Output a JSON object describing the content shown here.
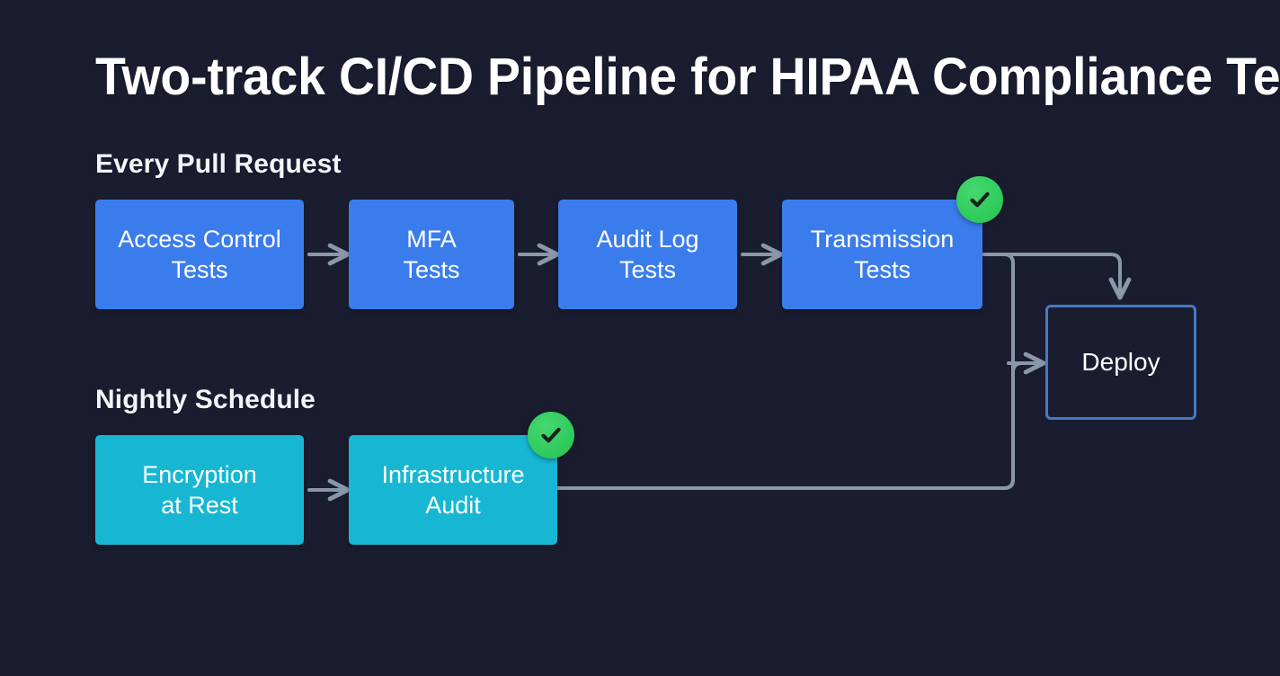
{
  "title": "Two-track CI/CD Pipeline for HIPAA Compliance Testing",
  "sections": {
    "pull_request": {
      "label": "Every Pull Request"
    },
    "nightly": {
      "label": "Nightly Schedule"
    }
  },
  "nodes": {
    "access_control": {
      "label": "Access Control\nTests",
      "color": "#3b7ced",
      "style": "filled-blue"
    },
    "mfa": {
      "label": "MFA\nTests",
      "color": "#3b7ced",
      "style": "filled-blue"
    },
    "audit_log": {
      "label": "Audit Log\nTests",
      "color": "#3b7ced",
      "style": "filled-blue"
    },
    "transmission": {
      "label": "Transmission\nTests",
      "color": "#3b7ced",
      "style": "filled-blue"
    },
    "encryption": {
      "label": "Encryption\nat Rest",
      "color": "#17b7d3",
      "style": "filled-teal"
    },
    "infrastructure": {
      "label": "Infrastructure\nAudit",
      "color": "#17b7d3",
      "style": "filled-teal"
    },
    "deploy": {
      "label": "Deploy",
      "color": "#4878c4",
      "style": "outlined"
    }
  },
  "badges": {
    "transmission_check": {
      "icon": "check-icon",
      "color": "#2dc95a"
    },
    "infrastructure_check": {
      "icon": "check-icon",
      "color": "#2dc95a"
    }
  },
  "theme": {
    "background": "#191d2f",
    "connector": "#8693a8",
    "text": "#ffffff"
  }
}
